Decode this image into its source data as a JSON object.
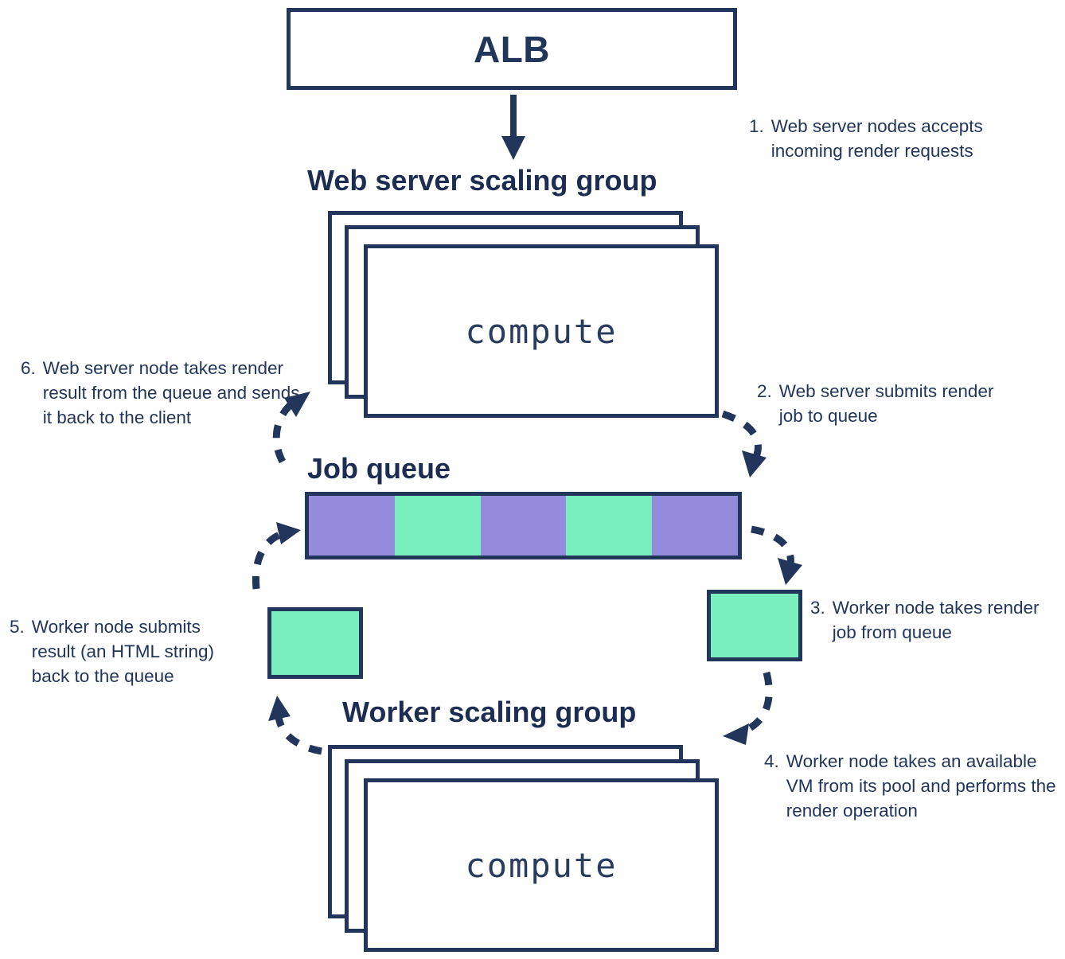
{
  "diagram": {
    "title_alb": "ALB",
    "groups": {
      "web": {
        "title": "Web server scaling group",
        "node_label": "compute"
      },
      "worker": {
        "title": "Worker scaling group",
        "node_label": "compute"
      },
      "queue": {
        "title": "Job queue"
      }
    },
    "queue": {
      "segments": [
        {
          "color": "#958BDD",
          "kind": "job"
        },
        {
          "color": "#79EFBE",
          "kind": "result"
        },
        {
          "color": "#958BDD",
          "kind": "job"
        },
        {
          "color": "#79EFBE",
          "kind": "result"
        },
        {
          "color": "#958BDD",
          "kind": "job"
        }
      ]
    },
    "vm_boxes": [
      {
        "name": "worker-vm-result",
        "color": "#79EFBE"
      },
      {
        "name": "worker-vm-job",
        "color": "#79EFBE"
      }
    ],
    "steps": [
      {
        "num": "1.",
        "text": "Web server nodes accepts incoming render requests"
      },
      {
        "num": "2.",
        "text": "Web server submits render job to queue"
      },
      {
        "num": "3.",
        "text": "Worker node takes render job from queue"
      },
      {
        "num": "4.",
        "text": "Worker node takes an available VM from its pool and performs the render operation"
      },
      {
        "num": "5.",
        "text": "Worker node submits result (an HTML string) back to the queue"
      },
      {
        "num": "6.",
        "text": "Web server node takes render result from the queue and sends it back to the client"
      }
    ],
    "colors": {
      "ink": "#22355a",
      "purple": "#958BDD",
      "green": "#79EFBE",
      "background": "#ffffff"
    }
  }
}
